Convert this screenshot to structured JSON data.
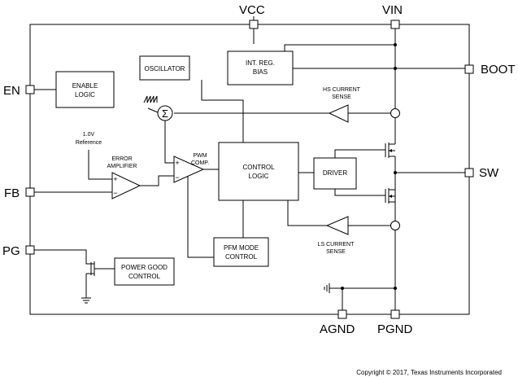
{
  "pins": {
    "vcc": "VCC",
    "vin": "VIN",
    "boot": "BOOT",
    "en": "EN",
    "sw": "SW",
    "fb": "FB",
    "pg": "PG",
    "agnd": "AGND",
    "pgnd": "PGND"
  },
  "blocks": {
    "enable_logic": [
      "ENABLE",
      "LOGIC"
    ],
    "oscillator": [
      "OSCILLATOR"
    ],
    "int_reg_bias": [
      "INT. REG.",
      "BIAS"
    ],
    "control_logic": [
      "CONTROL",
      "LOGIC"
    ],
    "driver": [
      "DRIVER"
    ],
    "pfm_mode_control": [
      "PFM MODE",
      "CONTROL"
    ],
    "power_good_control": [
      "POWER GOOD",
      "CONTROL"
    ]
  },
  "labels": {
    "reference": [
      "1.0V",
      "Reference"
    ],
    "error_amplifier": [
      "ERROR",
      "AMPLIFIER"
    ],
    "pwm_comp": [
      "PWM",
      "COMP."
    ],
    "hs_current_sense": [
      "HS CURRENT",
      "SENSE"
    ],
    "ls_current_sense": [
      "LS CURRENT",
      "SENSE"
    ],
    "summer_symbol": "Σ",
    "plus": "+",
    "minus": "−"
  },
  "copyright": "Copyright © 2017, Texas Instruments Incorporated"
}
